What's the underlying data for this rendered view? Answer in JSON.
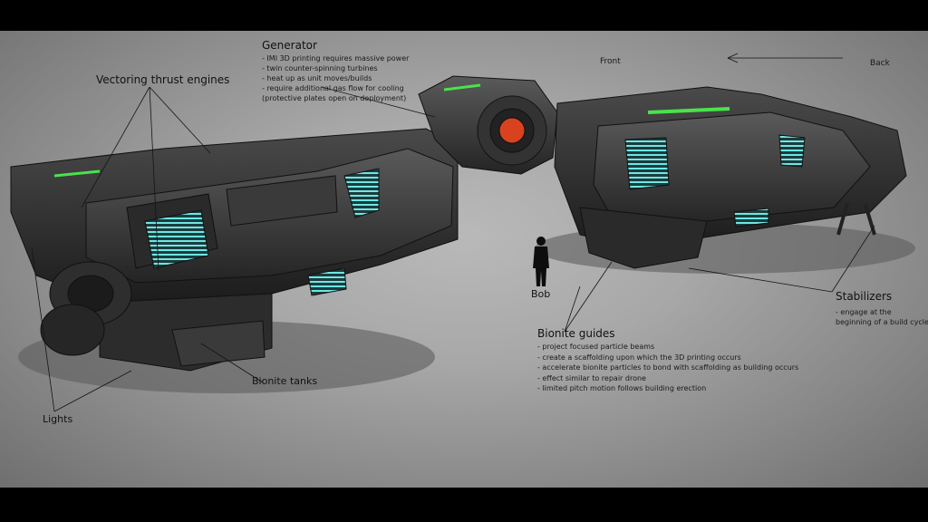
{
  "labels": {
    "generator": "Generator",
    "vectoring": "Vectoring thrust engines",
    "bionite_tanks": "Bionite tanks",
    "lights": "Lights",
    "bob": "Bob",
    "front": "Front",
    "back": "Back",
    "stabilizers": "Stabilizers",
    "bionite_guides": "Bionite guides"
  },
  "generator_notes": [
    "- IMI 3D printing requires massive power",
    "- twin counter-spinning turbines",
    "- heat up as unit moves/builds",
    "- require additional gas flow for cooling",
    "(protective plates open on deployment)"
  ],
  "stabilizer_notes": [
    "-  engage at the",
    "beginning of a build cycle"
  ],
  "guide_notes": [
    "- project focused particle beams",
    "- create a scaffolding upon which the 3D printing occurs",
    "- accelerate bionite particles to bond with scaffolding as building occurs",
    "- effect similar to repair drone",
    "- limited pitch motion follows building erection"
  ],
  "colors": {
    "accent_cyan": "#5fe3e0",
    "accent_green": "#49e34c",
    "core_red": "#d9421f",
    "hull": "#3c3c3c"
  }
}
